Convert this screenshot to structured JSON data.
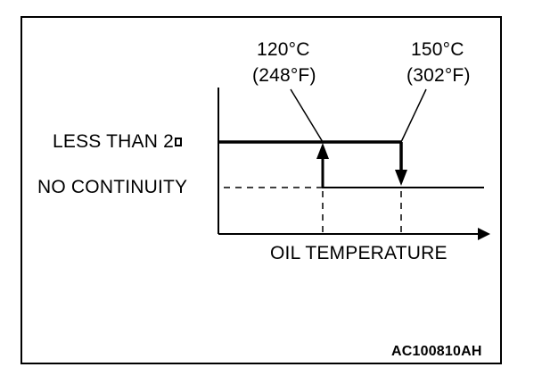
{
  "figure": {
    "code": "AC100810AH",
    "line_color": "#000000"
  },
  "labels": {
    "temp_on": {
      "celsius": "120°C",
      "fahrenheit": "(248°F)"
    },
    "temp_off": {
      "celsius": "150°C",
      "fahrenheit": "(302°F)"
    },
    "state_high": "LESS THAN 2",
    "state_low": "NO CONTINUITY",
    "x_axis": "OIL TEMPERATURE"
  },
  "icons": {
    "ohm_symbol": "ohm-icon-box"
  }
}
